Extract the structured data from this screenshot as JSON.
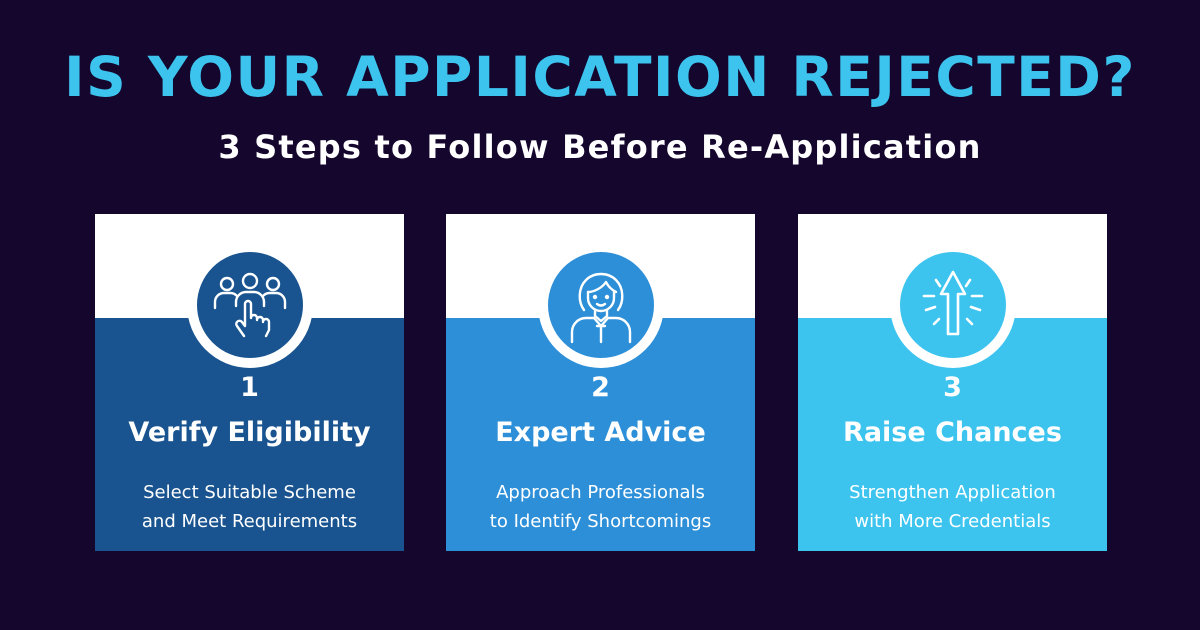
{
  "title": "IS YOUR APPLICATION REJECTED?",
  "subtitle": "3 Steps to Follow Before Re-Application",
  "colors": {
    "background": "#15062e",
    "title": "#3cc4ef",
    "step1": "#195490",
    "step2": "#2d8fd8",
    "step3": "#3cc4ef"
  },
  "steps": [
    {
      "number": "1",
      "heading": "Verify Eligibility",
      "lines": [
        "Select Suitable Scheme",
        "and Meet Requirements"
      ],
      "icon": "group-hand-pointer-icon"
    },
    {
      "number": "2",
      "heading": "Expert Advice",
      "lines": [
        "Approach Professionals",
        "to Identify Shortcomings"
      ],
      "icon": "woman-professional-icon"
    },
    {
      "number": "3",
      "heading": "Raise Chances",
      "lines": [
        "Strengthen Application",
        "with More Credentials"
      ],
      "icon": "arrow-up-icon"
    }
  ]
}
